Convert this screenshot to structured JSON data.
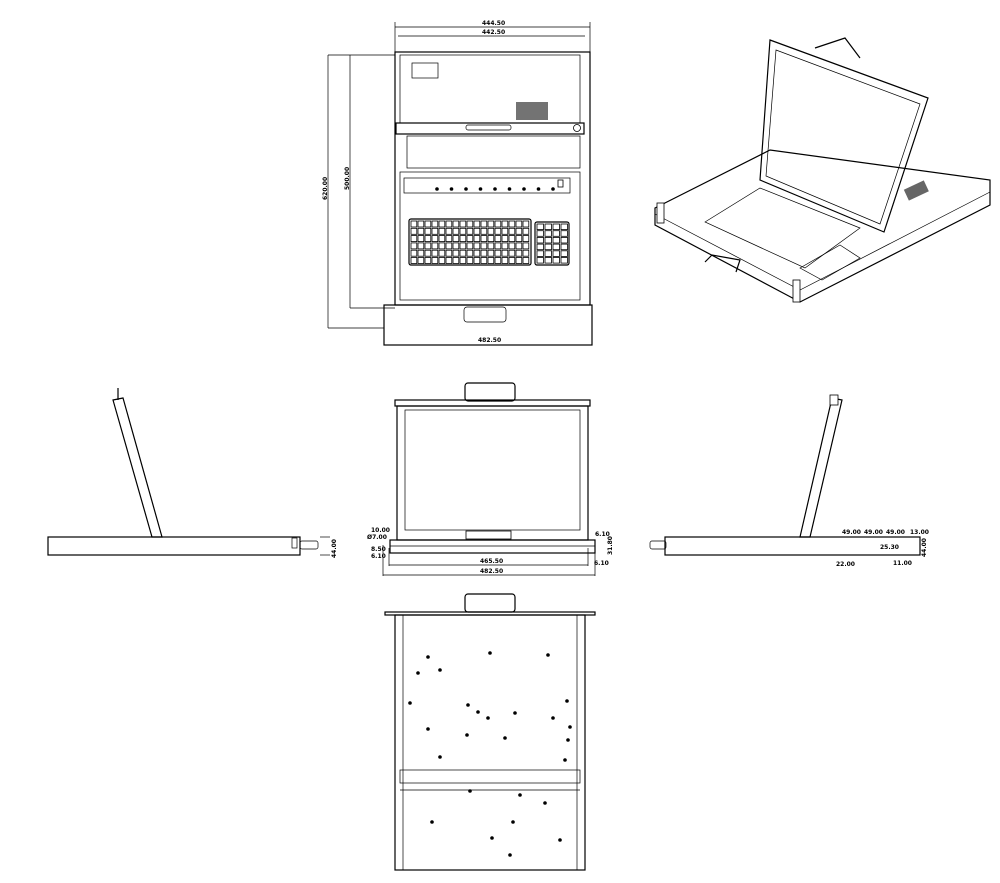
{
  "title": "Rack-mount LCD console KVM drawer dimension drawing",
  "top_view": {
    "width_outer": "444.50",
    "width_inner": "442.50",
    "depth_total": "620.00",
    "depth_body": "500.00",
    "width_ears": "482.50"
  },
  "front_view": {
    "d1": "10.00",
    "hole": "Ø7.00",
    "d2": "8.50",
    "d3": "6.10",
    "d4": "6.10",
    "height": "31.80",
    "d5": "6.10",
    "inner_width": "465.50",
    "outer_width": "482.50"
  },
  "left_view": {
    "height": "44.00"
  },
  "right_view": {
    "pitch1": "49.00",
    "pitch2": "49.00",
    "pitch3": "49.00",
    "edge": "13.00",
    "height": "44.00",
    "offset": "22.00",
    "hole_d": "25.30",
    "small": "11.00"
  },
  "colors": {
    "line": "#000000",
    "background": "#ffffff"
  }
}
